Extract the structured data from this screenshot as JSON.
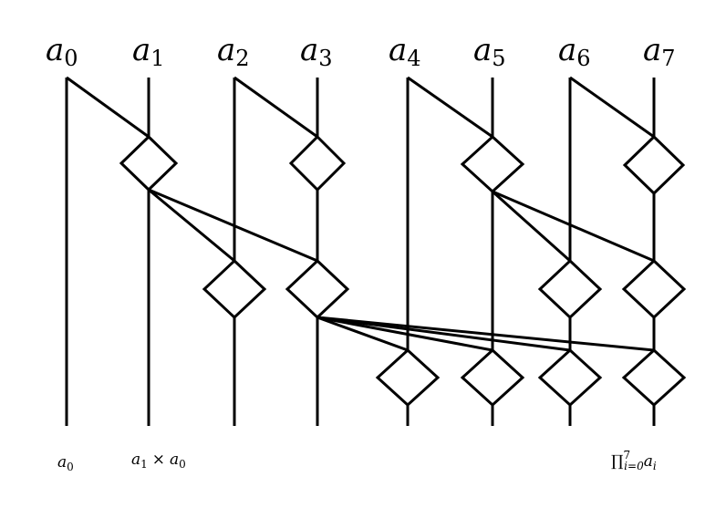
{
  "inputs": [
    {
      "var": "a",
      "sub": "0"
    },
    {
      "var": "a",
      "sub": "1"
    },
    {
      "var": "a",
      "sub": "2"
    },
    {
      "var": "a",
      "sub": "3"
    },
    {
      "var": "a",
      "sub": "4"
    },
    {
      "var": "a",
      "sub": "5"
    },
    {
      "var": "a",
      "sub": "6"
    },
    {
      "var": "a",
      "sub": "7"
    }
  ],
  "outputs": {
    "out0": {
      "var": "a",
      "sub": "0"
    },
    "out1": {
      "var1": "a",
      "sub1": "1",
      "op": "×",
      "var0": "a",
      "sub0": "0"
    },
    "out7": {
      "symbol": "∏",
      "upper": "7",
      "lower": "i=0",
      "var": "a",
      "sub": "i"
    }
  },
  "colors": {
    "line": "#000000",
    "background": "#ffffff",
    "node_fill": "#ffffff"
  }
}
